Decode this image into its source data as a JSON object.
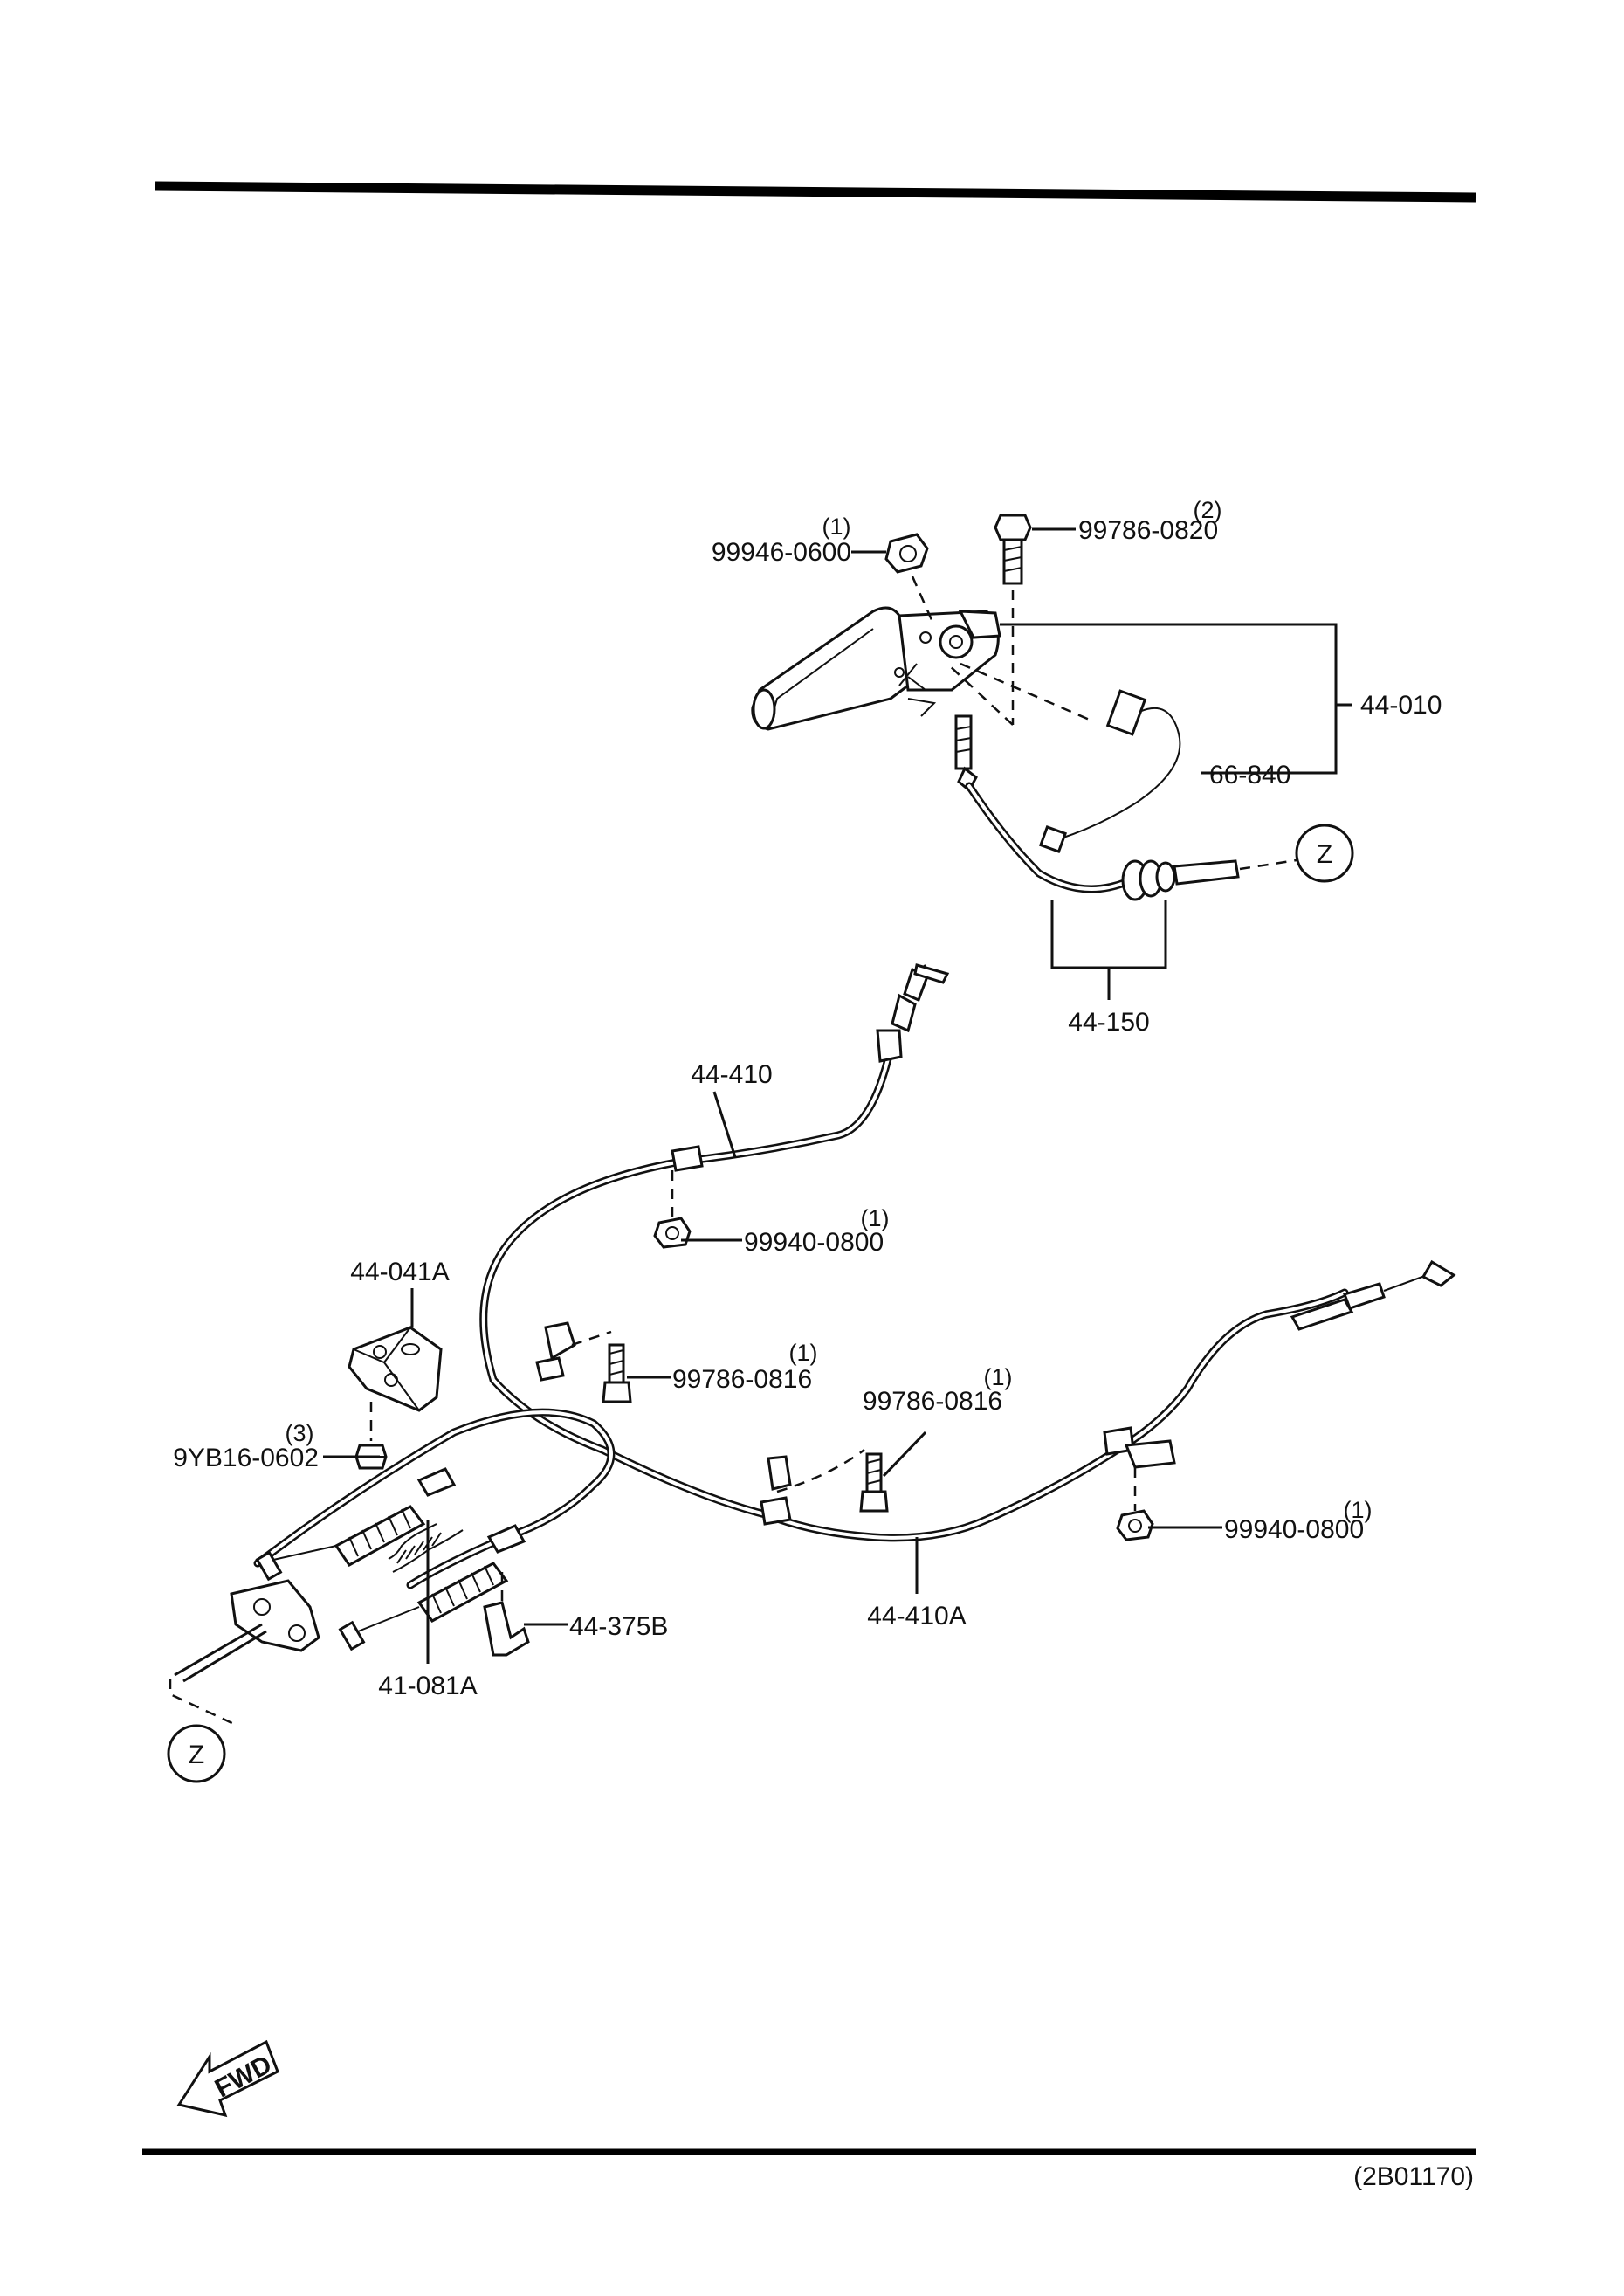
{
  "diagram_code": "(2B01170)",
  "fwd_label": "FWD",
  "ref_marker": "Z",
  "parts": {
    "nut_top": {
      "number": "99946-0600",
      "qty": "(1)"
    },
    "bolt_top": {
      "number": "99786-0820",
      "qty": "(2)"
    },
    "lever_assy": {
      "number": "44-010"
    },
    "switch": {
      "number": "66-840"
    },
    "front_cable": {
      "number": "44-150"
    },
    "rear_cable_r": {
      "number": "44-410"
    },
    "nut_rear_r": {
      "number": "99940-0800",
      "qty": "(1)"
    },
    "insulator": {
      "number": "44-041A"
    },
    "bolt_mid_left": {
      "number": "99786-0816",
      "qty": "(1)"
    },
    "bolt_mid_right": {
      "number": "99786-0816",
      "qty": "(1)"
    },
    "nut_insulator": {
      "number": "9YB16-0602",
      "qty": "(3)"
    },
    "nut_rear_l": {
      "number": "99940-0800",
      "qty": "(1)"
    },
    "clip": {
      "number": "44-375B"
    },
    "rear_cable_l": {
      "number": "44-410A"
    },
    "boot_spring": {
      "number": "41-081A"
    }
  }
}
